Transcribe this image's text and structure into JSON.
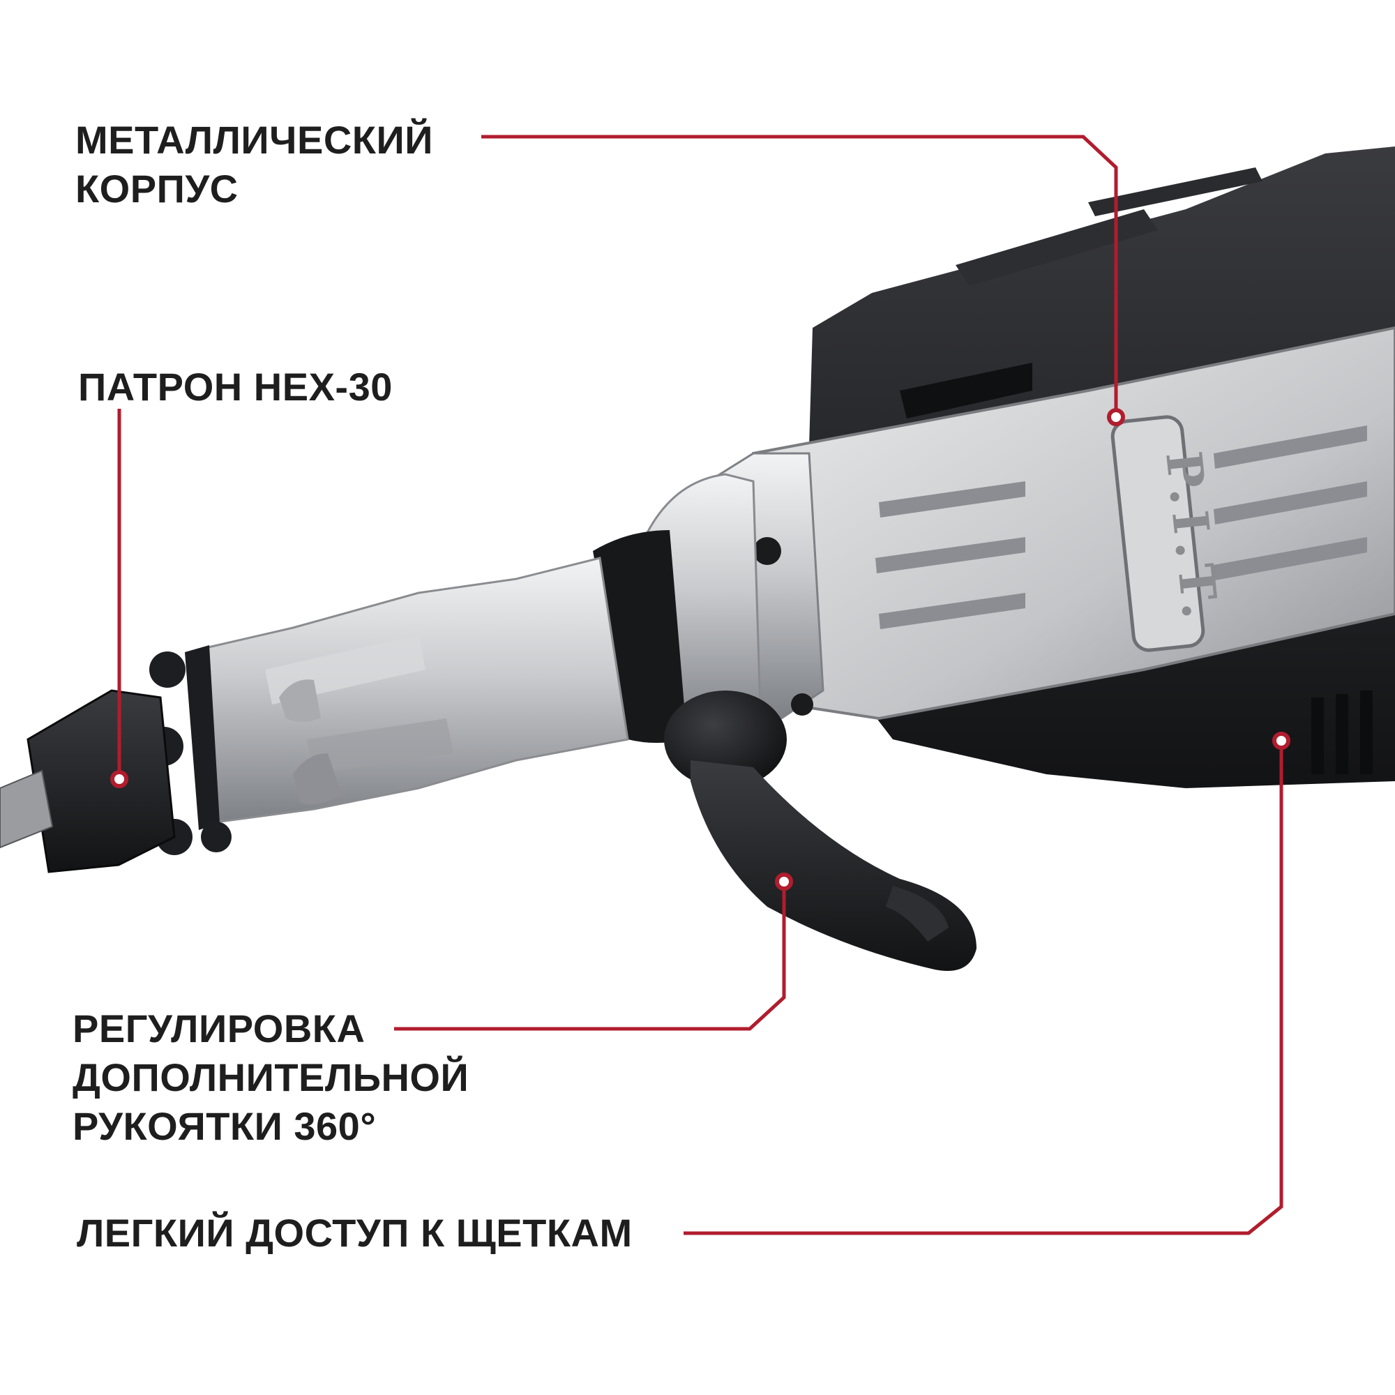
{
  "colors": {
    "background": "#ffffff",
    "accent": "#b11d2e",
    "text": "#1e1e1e",
    "tool_black": "#1c1d20",
    "tool_metal": "#c9cbce"
  },
  "callouts": {
    "metal_body": {
      "lines": [
        "МЕТАЛЛИЧЕСКИЙ",
        "КОРПУС"
      ]
    },
    "chuck": {
      "lines": [
        "ПАТРОН HEX-30"
      ]
    },
    "handle": {
      "lines": [
        "РЕГУЛИРОВКА",
        "ДОПОЛНИТЕЛЬНОЙ",
        "РУКОЯТКИ 360°"
      ]
    },
    "brushes": {
      "lines": [
        "ЛЕГКИЙ ДОСТУП К ЩЕТКАМ"
      ]
    }
  },
  "product": {
    "brand_mark": "P.I.T."
  }
}
